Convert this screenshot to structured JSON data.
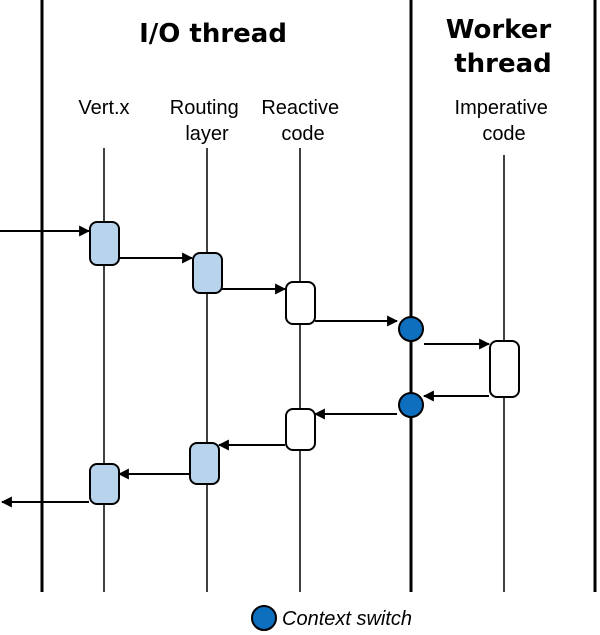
{
  "sections": {
    "io_thread": "I/O thread",
    "worker_thread": [
      "Worker",
      "thread"
    ]
  },
  "lanes": {
    "vertx": [
      "Vert.x"
    ],
    "routing": [
      "Routing",
      "layer"
    ],
    "reactive": [
      "Reactive",
      "code"
    ],
    "imperative": [
      "Imperative",
      "code"
    ]
  },
  "legend": {
    "label": "Context switch"
  },
  "colors": {
    "light_fill": "#b8d4ec",
    "white_fill": "#ffffff",
    "switch_fill": "#0d6fbd",
    "stroke": "#000000"
  }
}
